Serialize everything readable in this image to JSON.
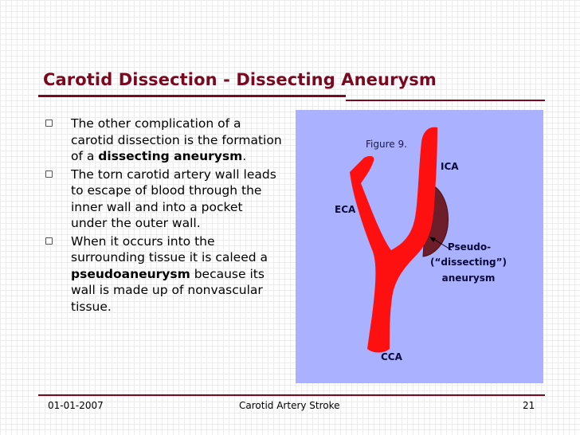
{
  "slide": {
    "title": "Carotid Dissection - Dissecting Aneurysm"
  },
  "bullets": [
    {
      "segments": [
        {
          "text": "The other complication of a carotid dissection is the formation of a ",
          "bold": false
        },
        {
          "text": "dissecting aneurysm",
          "bold": true
        },
        {
          "text": ".",
          "bold": false
        }
      ]
    },
    {
      "segments": [
        {
          "text": "The torn carotid artery wall leads to escape of blood through the inner wall and into a pocket under the outer wall.",
          "bold": false
        }
      ]
    },
    {
      "segments": [
        {
          "text": "When it occurs into the surrounding tissue it is caleed a ",
          "bold": false
        },
        {
          "text": "pseudoaneurysm",
          "bold": true
        },
        {
          "text": " because its wall is made up of nonvascular tissue.",
          "bold": false
        }
      ]
    }
  ],
  "figure": {
    "caption": "Figure 9.",
    "labels": {
      "ica": "ICA",
      "eca": "ECA",
      "cca": "CCA",
      "pseudo_line1": "Pseudo-",
      "pseudo_line2": "(“dissecting”)",
      "pseudo_line3": "aneurysm"
    },
    "colors": {
      "panel": "#aab2ff",
      "artery": "#ff1010",
      "aneurysm": "#6e1e2a"
    }
  },
  "footer": {
    "date": "01-01-2007",
    "center": "Carotid Artery Stroke",
    "page": "21"
  },
  "theme": {
    "accent": "#7a0820"
  }
}
